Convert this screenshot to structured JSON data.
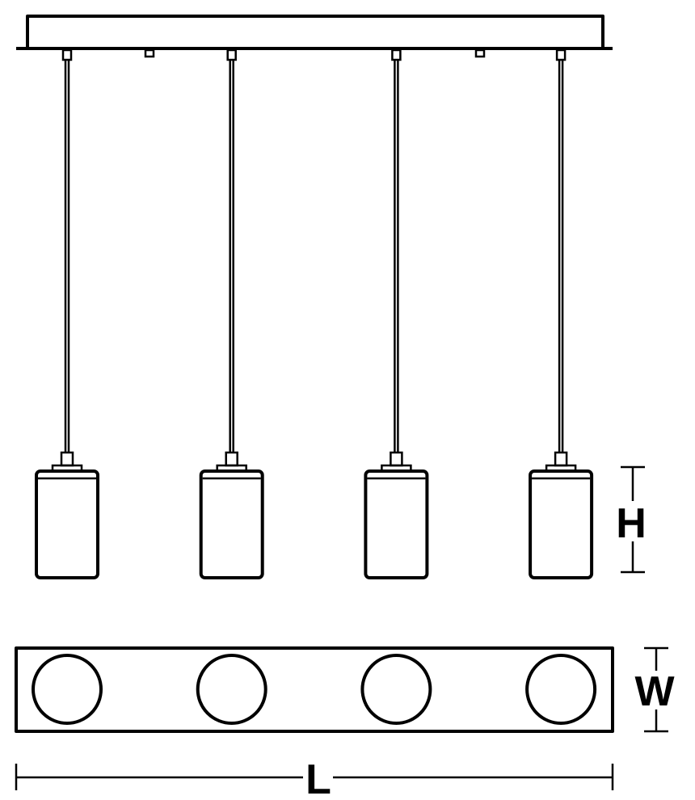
{
  "diagram": {
    "pendant_count": 4,
    "dimension_labels": {
      "height": "H",
      "width": "W",
      "length": "L"
    },
    "stroke_color": "#000000",
    "background_color": "#ffffff"
  }
}
